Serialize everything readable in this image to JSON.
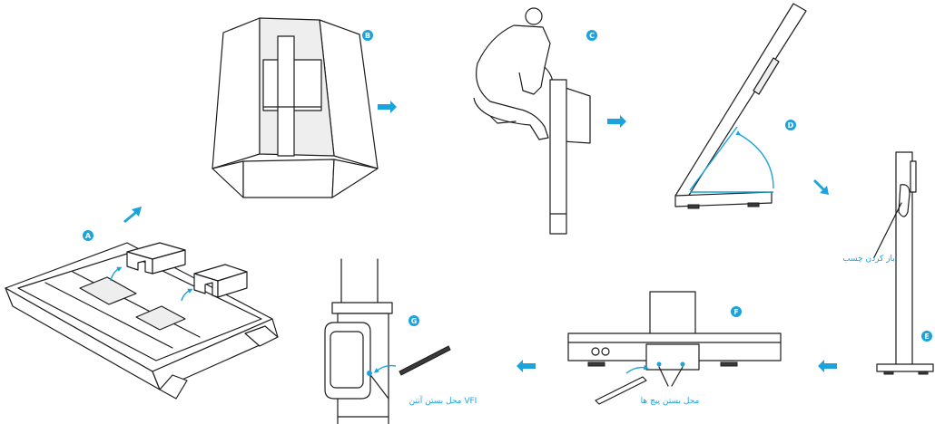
{
  "steps": {
    "a": "A",
    "b": "B",
    "c": "C",
    "d": "D",
    "e": "E",
    "f": "F",
    "g": "G"
  },
  "labels": {
    "tape": "باز کردن چسب",
    "screws": "محل بستن پیچ ها",
    "antenna": "محل بستن آنتن VFI"
  },
  "colors": {
    "accent": "#1aa3dc",
    "line": "#1c1c1c"
  }
}
